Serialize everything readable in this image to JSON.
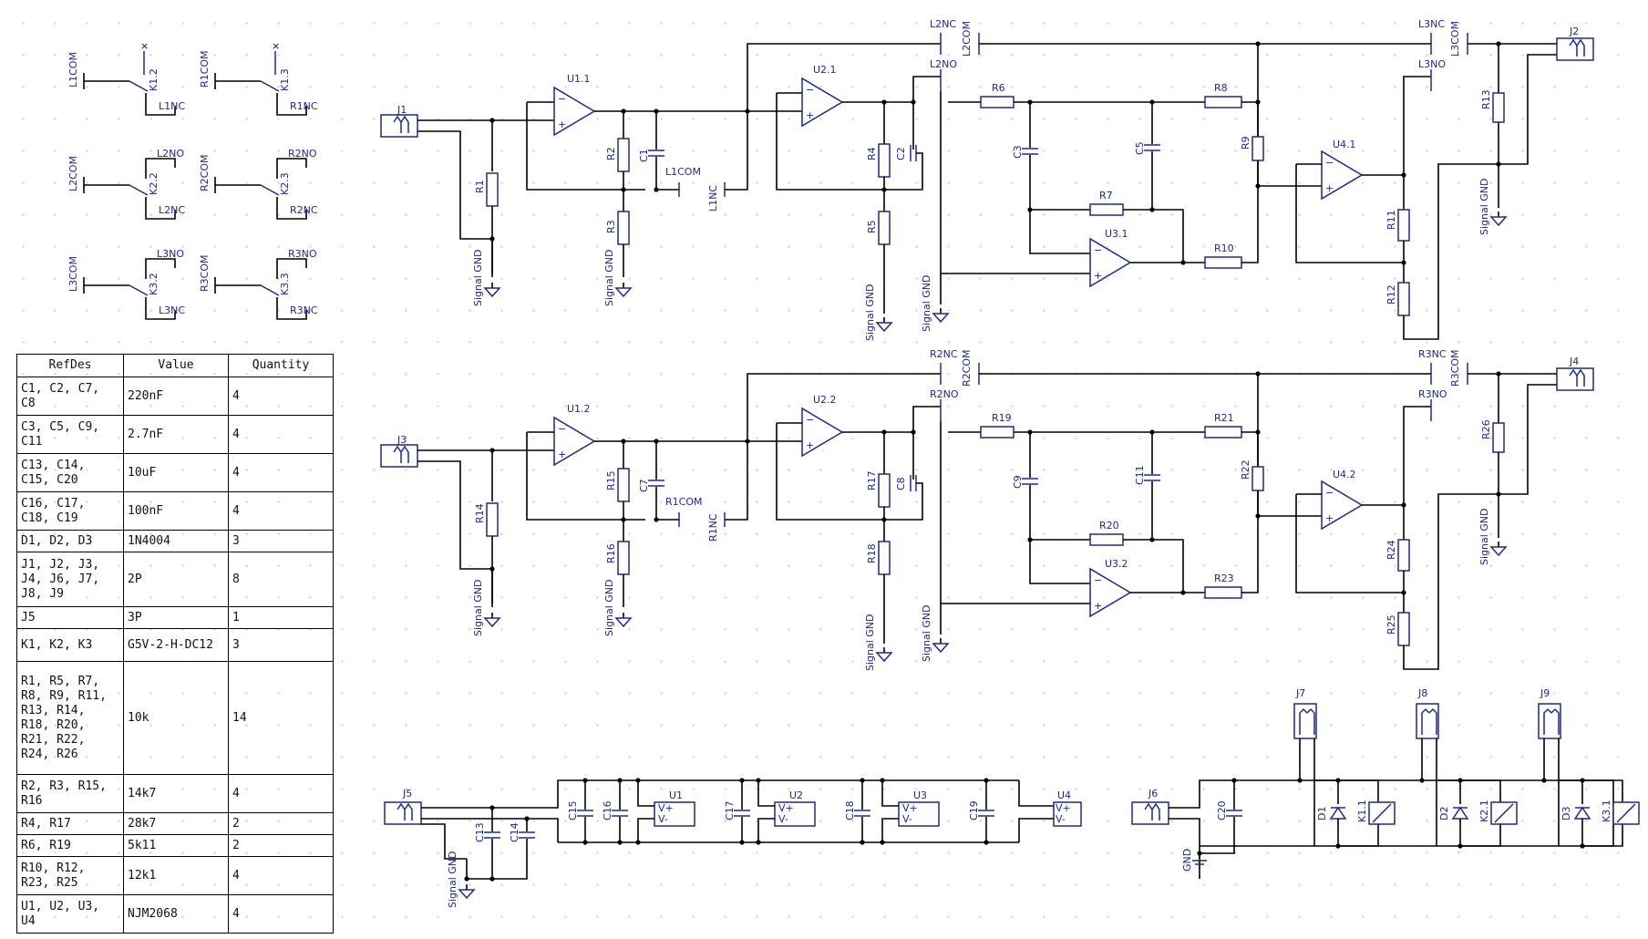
{
  "bom": {
    "headers": [
      "RefDes",
      "Value",
      "Quantity"
    ],
    "rows": [
      {
        "refdes": "C1, C2, C7, C8",
        "value": "220nF",
        "qty": "4",
        "h": 42
      },
      {
        "refdes": "C3, C5, C9, C11",
        "value": "2.7nF",
        "qty": "4",
        "h": 42
      },
      {
        "refdes": "C13, C14, C15, C20",
        "value": "10uF",
        "qty": "4",
        "h": 42
      },
      {
        "refdes": "C16, C17, C18, C19",
        "value": "100nF",
        "qty": "4",
        "h": 42
      },
      {
        "refdes": "D1, D2, D3",
        "value": "1N4004",
        "qty": "3",
        "h": 24
      },
      {
        "refdes": "J1, J2, J3, J4, J6, J7, J8, J9",
        "value": "2P",
        "qty": "8",
        "h": 60
      },
      {
        "refdes": "J5",
        "value": "3P",
        "qty": "1",
        "h": 24
      },
      {
        "refdes": "K1, K2, K3",
        "value": "G5V-2-H-DC12",
        "qty": "3",
        "h": 36
      },
      {
        "refdes": "R1, R5, R7, R8, R9, R11, R13, R14, R18, R20, R21, R22, R24, R26",
        "value": "10k",
        "qty": "14",
        "h": 124
      },
      {
        "refdes": "R2, R3, R15, R16",
        "value": "14k7",
        "qty": "4",
        "h": 42
      },
      {
        "refdes": "R4, R17",
        "value": "28k7",
        "qty": "2",
        "h": 24
      },
      {
        "refdes": "R6, R19",
        "value": "5k11",
        "qty": "2",
        "h": 24
      },
      {
        "refdes": "R10, R12, R23, R25",
        "value": "12k1",
        "qty": "4",
        "h": 42
      },
      {
        "refdes": "U1, U2, U3, U4",
        "value": "NJM2068",
        "qty": "4",
        "h": 42
      }
    ]
  },
  "labels": {
    "signal_gnd": "Signal GND",
    "gnd": "GND",
    "relay_contacts": [
      {
        "com": "L1COM",
        "ref": "K1.2",
        "nc": "L1NC"
      },
      {
        "com": "R1COM",
        "ref": "K1.3",
        "nc": "R1NC"
      },
      {
        "com": "L2COM",
        "ref": "K2.2",
        "nc": "L2NC",
        "no": "L2NO"
      },
      {
        "com": "R2COM",
        "ref": "K2.3",
        "nc": "R2NC",
        "no": "R2NO"
      },
      {
        "com": "L3COM",
        "ref": "K3.2",
        "nc": "L3NC",
        "no": "L3NO"
      },
      {
        "com": "R3COM",
        "ref": "K3.3",
        "nc": "R3NC",
        "no": "R3NO"
      }
    ],
    "top": {
      "jin": "J1",
      "jout": "J2",
      "u1": "U1.1",
      "u2": "U2.1",
      "u3": "U3.1",
      "u4": "U4.1",
      "ra": "R1",
      "rb": "R2",
      "rc": "R3",
      "ca": "C1",
      "rd": "R4",
      "cb": "C2",
      "re": "R5",
      "rf": "R6",
      "rg": "R8",
      "cc": "C3",
      "cd": "C5",
      "rh": "R7",
      "ri": "R9",
      "rj": "R10",
      "rk": "R11",
      "rl": "R12",
      "rm": "R13",
      "com1": "L1COM",
      "nc1": "L1NC",
      "nc2": "L2NC",
      "com2": "L2COM",
      "no2": "L2NO",
      "nc3": "L3NC",
      "com3": "L3COM",
      "no3": "L3NO"
    },
    "bottom": {
      "jin": "J3",
      "jout": "J4",
      "u1": "U1.2",
      "u2": "U2.2",
      "u3": "U3.2",
      "u4": "U4.2",
      "ra": "R14",
      "rb": "R15",
      "rc": "R16",
      "ca": "C7",
      "rd": "R17",
      "cb": "C8",
      "re": "R18",
      "rf": "R19",
      "rg": "R21",
      "cc": "C9",
      "cd": "C11",
      "rh": "R20",
      "ri": "R22",
      "rj": "R23",
      "rk": "R24",
      "rl": "R25",
      "rm": "R26",
      "com1": "R1COM",
      "nc1": "R1NC",
      "nc2": "R2NC",
      "com2": "R2COM",
      "no2": "R2NO",
      "nc3": "R3NC",
      "com3": "R3COM",
      "no3": "R3NO"
    },
    "power": {
      "j5": "J5",
      "c13": "C13",
      "c14": "C14",
      "c15": "C15",
      "c16": "C16",
      "c17": "C17",
      "c18": "C18",
      "c19": "C19",
      "u1": "U1",
      "u2": "U2",
      "u3": "U3",
      "u4": "U4",
      "vplus": "V+",
      "vminus": "V-"
    },
    "relays": {
      "j6": "J6",
      "c20": "C20",
      "j7": "J7",
      "j8": "J8",
      "j9": "J9",
      "d1": "D1",
      "d2": "D2",
      "d3": "D3",
      "k1": "K1.1",
      "k2": "K2.1",
      "k3": "K3.1"
    }
  }
}
